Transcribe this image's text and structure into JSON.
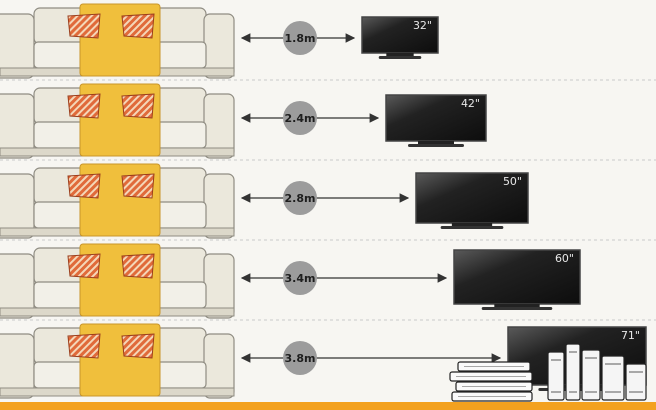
{
  "rows": [
    {
      "distance": "1.8m",
      "tv_size": "32\""
    },
    {
      "distance": "2.4m",
      "tv_size": "42\""
    },
    {
      "distance": "2.8m",
      "tv_size": "50\""
    },
    {
      "distance": "3.4m",
      "tv_size": "60\""
    },
    {
      "distance": "3.8m",
      "tv_size": "71\""
    }
  ],
  "colors": {
    "background": "#f7f6f2",
    "sofa": "#ebe8dc",
    "sofa_outline": "#8f8c82",
    "blanket": "#f0bf3c",
    "pillow": "#e06a3a",
    "tv_screen": "#1a1a1a",
    "badge": "#9c9c9c",
    "arrow": "#333333",
    "divider": "#c9c9c9"
  }
}
